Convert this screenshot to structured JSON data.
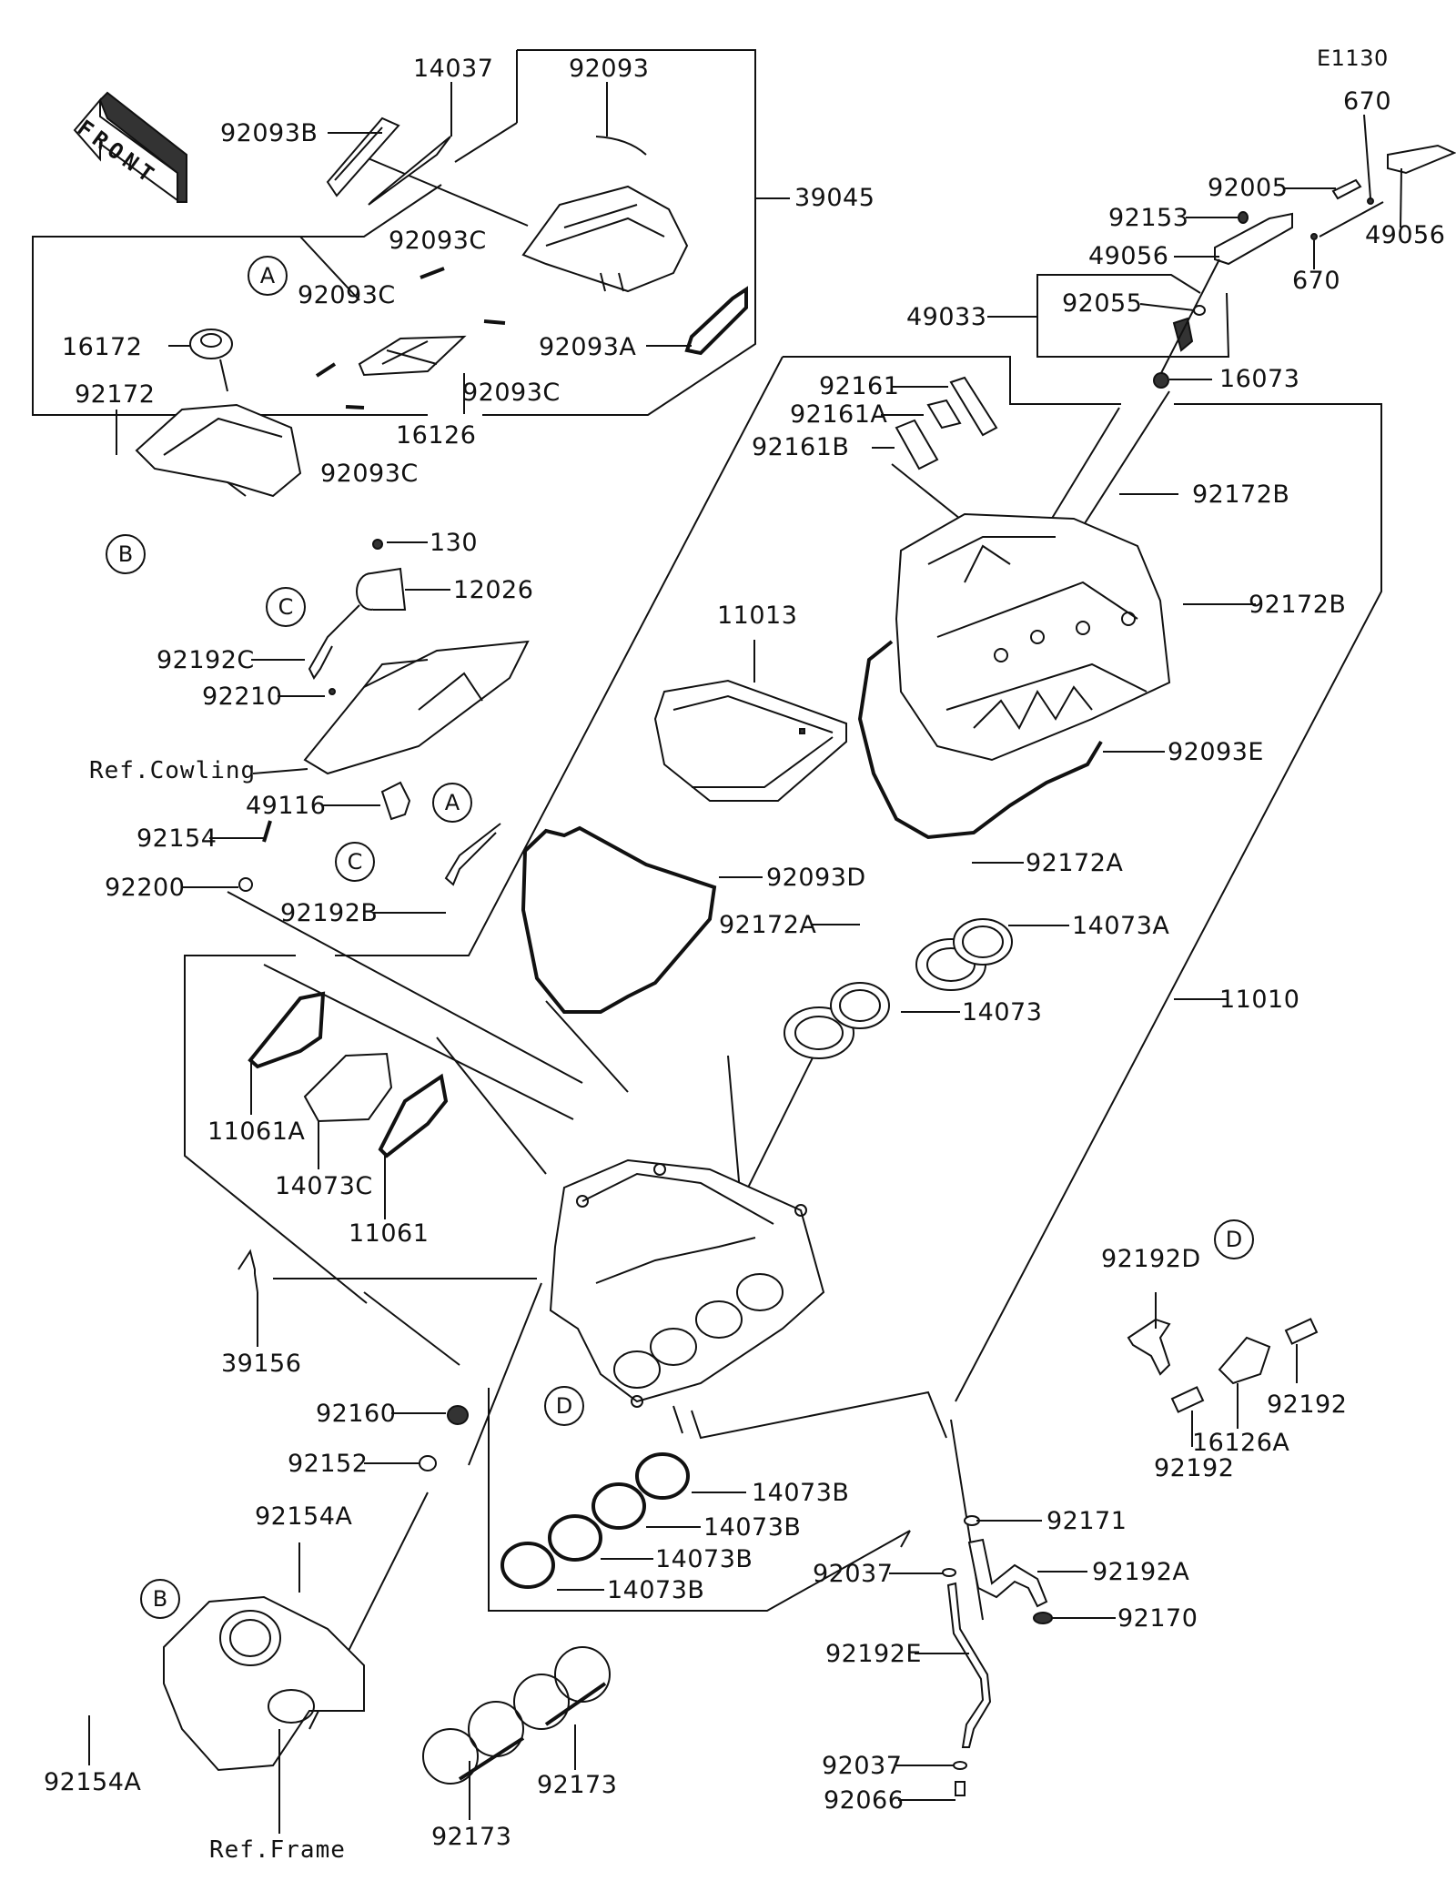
{
  "diagram": {
    "code": "E1130",
    "front_label": "FRONT",
    "labels": {
      "p14037": "14037",
      "p92093": "92093",
      "p92093B": "92093B",
      "p39045": "39045",
      "p670_top": "670",
      "p92005": "92005",
      "p92153": "92153",
      "p49056_right": "49056",
      "p49056_left": "49056",
      "p670_bottom": "670",
      "p92055": "92055",
      "p49033": "49033",
      "p16073": "16073",
      "p92093C_1": "92093C",
      "p92093C_2": "92093C",
      "p92093C_3": "92093C",
      "p92093C_4": "92093C",
      "p16172": "16172",
      "p92172": "92172",
      "p16126": "16126",
      "p92093A": "92093A",
      "p92161": "92161",
      "p92161A": "92161A",
      "p92161B": "92161B",
      "p92172B_1": "92172B",
      "p92172B_2": "92172B",
      "p130": "130",
      "p12026": "12026",
      "p92192C": "92192C",
      "p92210": "92210",
      "p_ref_cowling": "Ref.Cowling",
      "p49116": "49116",
      "p92154": "92154",
      "p92200": "92200",
      "p92192B": "92192B",
      "p11013": "11013",
      "p92093E": "92093E",
      "p92093D": "92093D",
      "p92172A_1": "92172A",
      "p92172A_2": "92172A",
      "p14073A": "14073A",
      "p14073": "14073",
      "p11010": "11010",
      "p11061A": "11061A",
      "p14073C": "14073C",
      "p11061": "11061",
      "p39156": "39156",
      "p92192D": "92192D",
      "p92192_right": "92192",
      "p16126A": "16126A",
      "p92192_left": "92192",
      "p92160": "92160",
      "p92152": "92152",
      "p14073B_1": "14073B",
      "p14073B_2": "14073B",
      "p14073B_3": "14073B",
      "p14073B_4": "14073B",
      "p92171": "92171",
      "p92037_top": "92037",
      "p92192A": "92192A",
      "p92170": "92170",
      "p92192E": "92192E",
      "p92037_bottom": "92037",
      "p92066": "92066",
      "p92154A_top": "92154A",
      "p92154A_left": "92154A",
      "p92173_right": "92173",
      "p92173_left": "92173",
      "p_ref_frame": "Ref.Frame"
    },
    "callouts": {
      "A1": "A",
      "A2": "A",
      "B1": "B",
      "B2": "B",
      "C1": "C",
      "C2": "C",
      "D1": "D",
      "D2": "D"
    }
  }
}
